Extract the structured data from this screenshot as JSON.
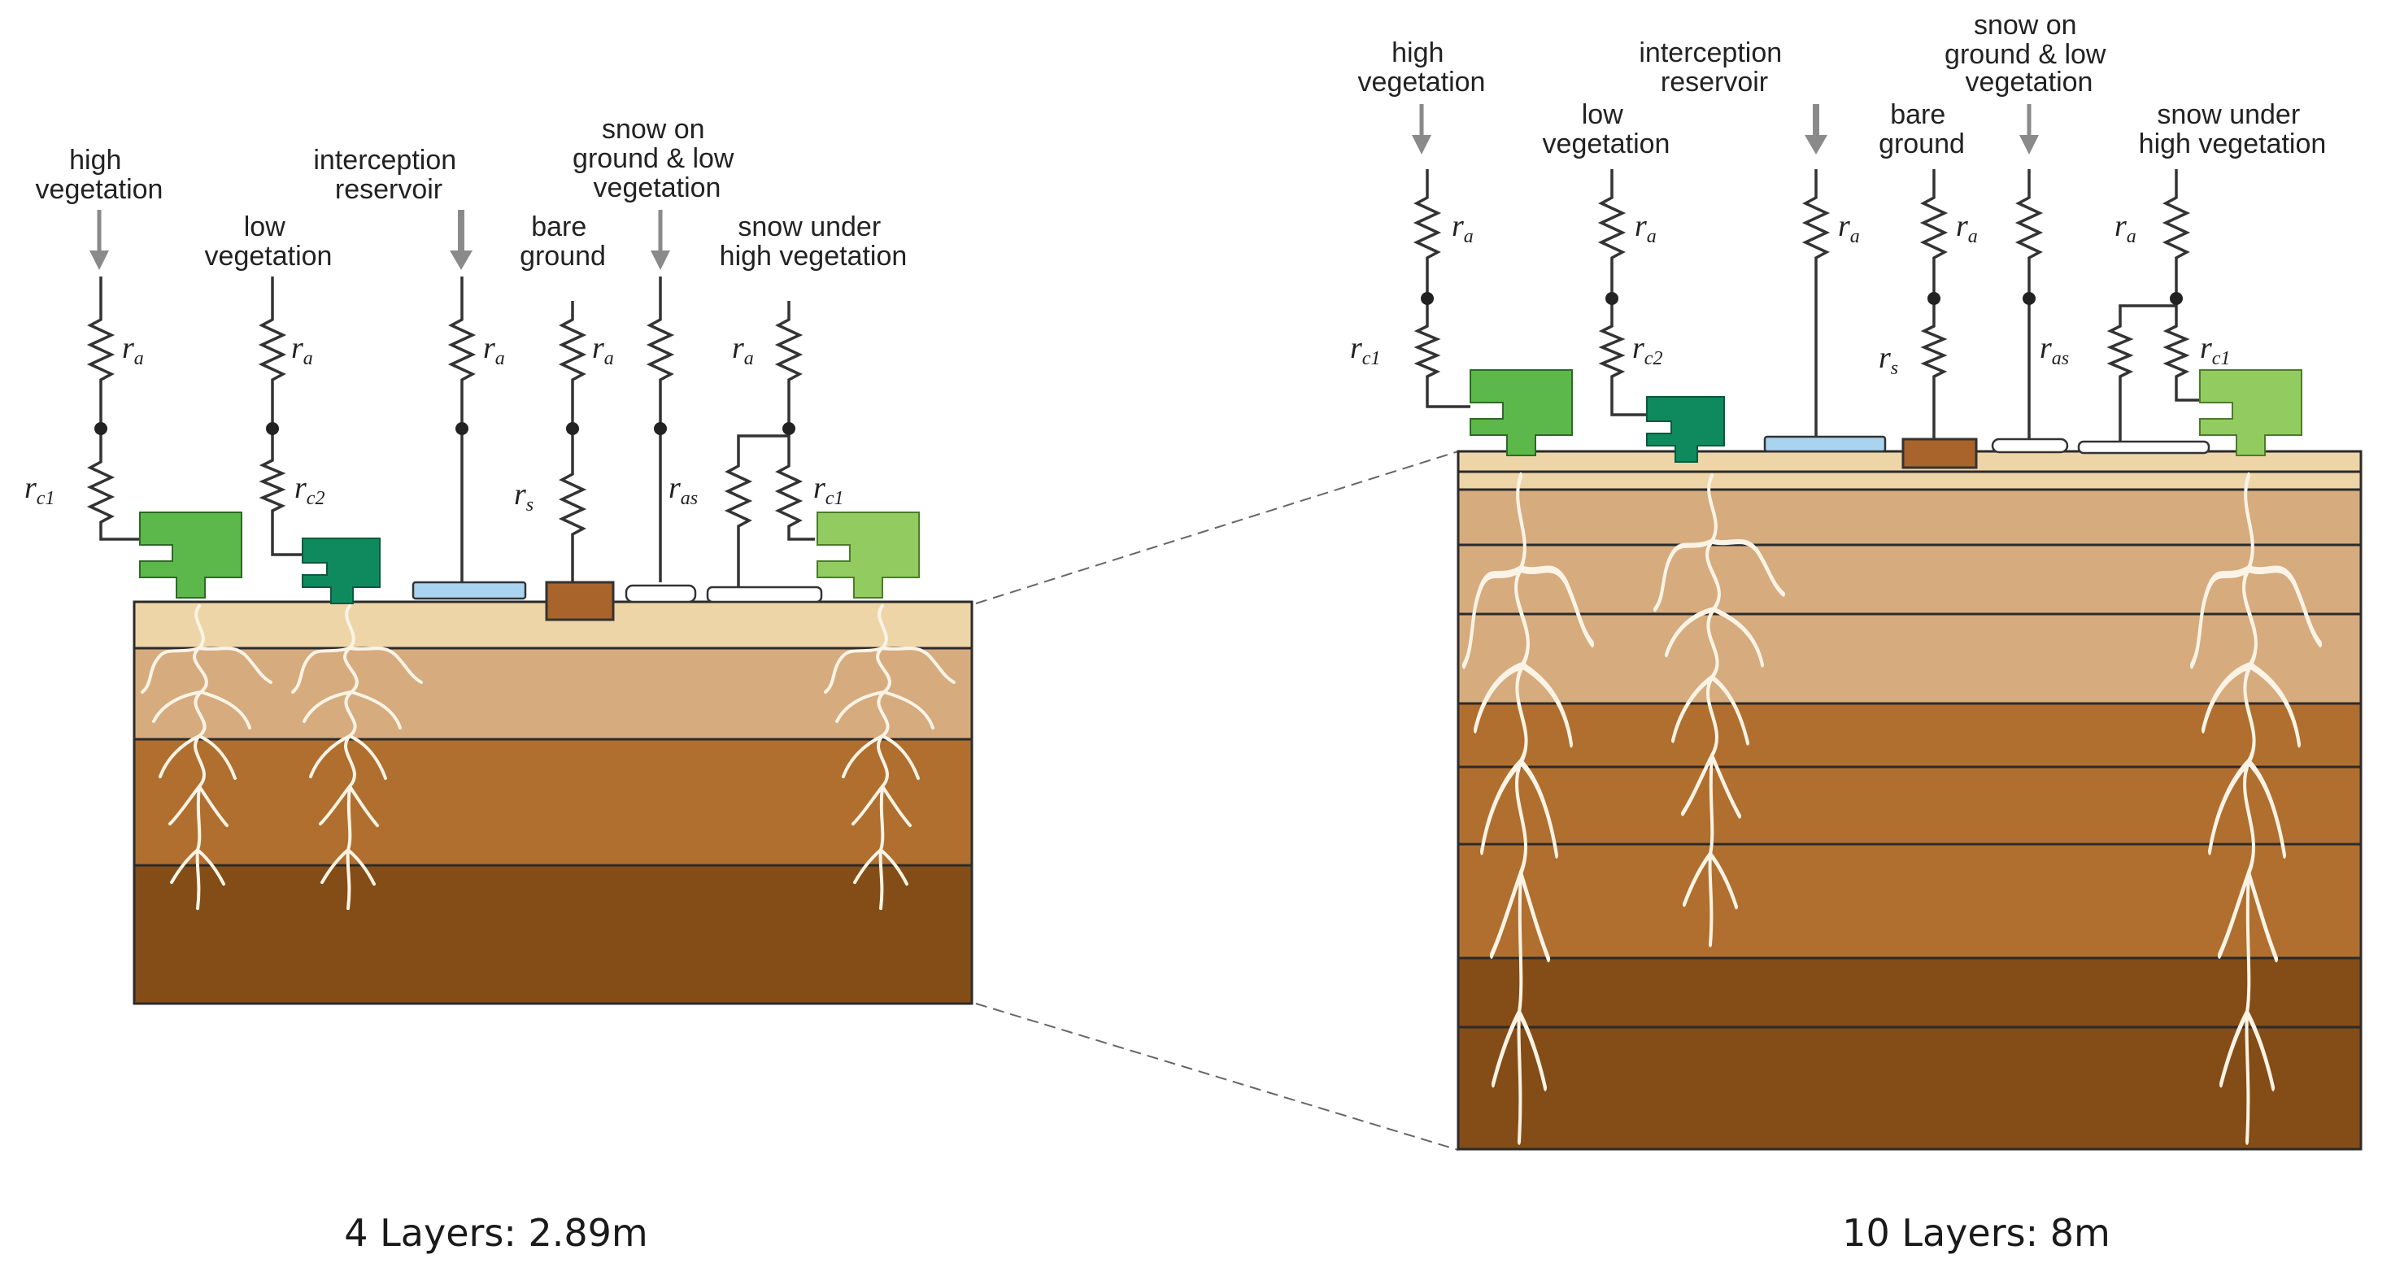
{
  "left_panel": {
    "caption": "4 Layers: 2.89m",
    "tiles": {
      "high_vegetation": [
        "high",
        "vegetation"
      ],
      "low_vegetation": [
        "low",
        "vegetation"
      ],
      "interception_reservoir": [
        "interception",
        "reservoir"
      ],
      "bare_ground": [
        "bare",
        "ground"
      ],
      "snow_on_ground": [
        "snow on",
        "ground & low",
        "vegetation"
      ],
      "snow_under_high_vegetation": [
        "snow under",
        "high vegetation"
      ]
    },
    "soil_layers": 4
  },
  "right_panel": {
    "caption": "10 Layers: 8m",
    "tiles": {
      "high_vegetation": [
        "high",
        "vegetation"
      ],
      "low_vegetation": [
        "low",
        "vegetation"
      ],
      "interception_reservoir": [
        "interception",
        "reservoir"
      ],
      "bare_ground": [
        "bare",
        "ground"
      ],
      "snow_on_ground": [
        "snow on",
        "ground & low",
        "vegetation"
      ],
      "snow_under_high_vegetation": [
        "snow under",
        "high vegetation"
      ]
    },
    "soil_layers": 10
  },
  "symbols": {
    "ra": {
      "base": "r",
      "sub": "a"
    },
    "rc1": {
      "base": "r",
      "sub": "c1"
    },
    "rc2": {
      "base": "r",
      "sub": "c2"
    },
    "rs": {
      "base": "r",
      "sub": "s"
    },
    "ras": {
      "base": "r",
      "sub": "as"
    }
  },
  "colors": {
    "high_vegetation": "#5cb84a",
    "low_vegetation": "#0f8a5f",
    "high_vegetation_snow": "#92cc60",
    "interception": "#a9d3ee",
    "bare_ground": "#a8642a",
    "soil_top": "#eed5a8",
    "soil_mid": "#d6ab7e",
    "soil_brown": "#b06f2f",
    "soil_dark": "#844d17"
  }
}
